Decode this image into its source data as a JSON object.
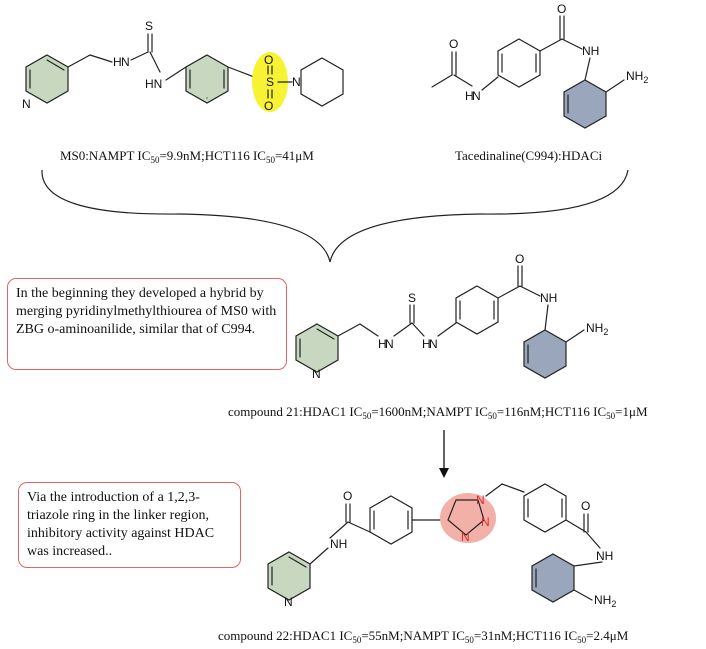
{
  "notes": {
    "hybrid": "In the beginning they developed a hybrid by merging pyridinylmethylthiourea of MS0 with ZBG o-aminoanilide, similar that of C994.",
    "triazole": "Via the introduction of a 1,2,3-triazole ring in the linker region, inhibitory activity against HDAC was increased.."
  },
  "captions": {
    "ms0": [
      "MS0:NAMPT IC",
      "50",
      "=9.9nM;HCT116 IC",
      "50",
      "=41μM"
    ],
    "c994": "Tacedinaline(C994):HDACi",
    "c21": [
      "compound 21:HDAC1 IC",
      "50",
      "=1600nM;NAMPT IC",
      "50",
      "=116nM;HCT116 IC",
      "50",
      "=1μM"
    ],
    "c22": [
      "compound 22:HDAC1 IC",
      "50",
      "=55nM;NAMPT IC",
      "50",
      "=31nM;HCT116 IC",
      "50",
      "=2.4μM"
    ]
  },
  "atoms": {
    "N": "N",
    "S": "S",
    "O": "O",
    "H": "H",
    "NH": "NH",
    "HN": "HN",
    "NH2_main": "NH",
    "NH2_sub": "2"
  },
  "colors": {
    "pyridine_fill": "#c8d8c0",
    "aniline_fill": "#9aa6bb",
    "sulfonyl_highlight": "#f7f232",
    "triazole_highlight": "#f3b0a8",
    "triazole_atoms": "#d43030",
    "note_border": "#e06666"
  }
}
